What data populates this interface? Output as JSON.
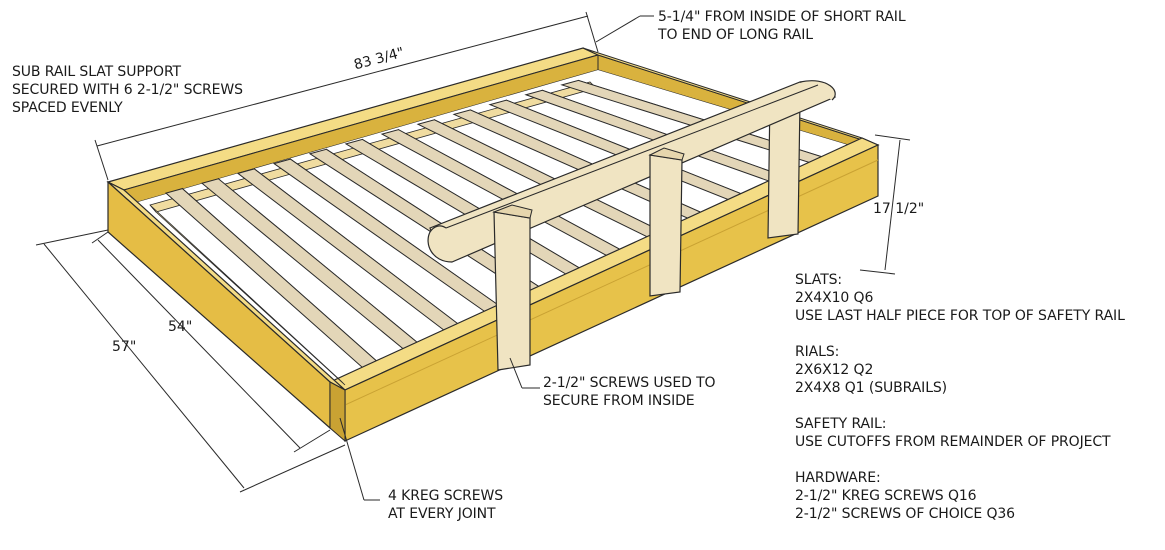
{
  "annotations": {
    "sub_rail": [
      "SUB RAIL SLAT SUPPORT",
      "SECURED WITH 6 2-1/2\" SCREWS",
      "SPACED EVENLY"
    ],
    "inside_short_rail": [
      "5-1/4\" FROM INSIDE OF SHORT RAIL",
      "TO END OF LONG RAIL"
    ],
    "screws_inside": [
      "2-1/2\" SCREWS USED TO",
      "SECURE FROM INSIDE"
    ],
    "kreg": [
      "4 KREG SCREWS",
      "AT EVERY JOINT"
    ]
  },
  "dimensions": {
    "length": "83 3/4\"",
    "height": "17 1/2\"",
    "inner_width": "54\"",
    "outer_width": "57\""
  },
  "materials": {
    "slats_title": "SLATS:",
    "slats_lines": [
      "2X4X10 Q6",
      "USE LAST HALF PIECE FOR TOP OF SAFETY RAIL"
    ],
    "rails_title": "RIALS:",
    "rails_lines": [
      "2X6X12 Q2",
      "2X4X8 Q1 (SUBRAILS)"
    ],
    "safety_title": "SAFETY RAIL:",
    "safety_lines": [
      "USE CUTOFFS FROM REMAINDER OF PROJECT"
    ],
    "hardware_title": "HARDWARE:",
    "hardware_lines": [
      "2-1/2\" KREG SCREWS Q16",
      "2-1/2\" SCREWS OF CHOICE Q36"
    ]
  },
  "colors": {
    "rail_face": "#e7c24a",
    "rail_top": "#f4dc85",
    "rail_dark": "#c9a233",
    "slat_top": "#e3d6b8",
    "slat_side": "#bda98a",
    "safety": "#f0e4c2",
    "outline": "#2a2a2a"
  }
}
